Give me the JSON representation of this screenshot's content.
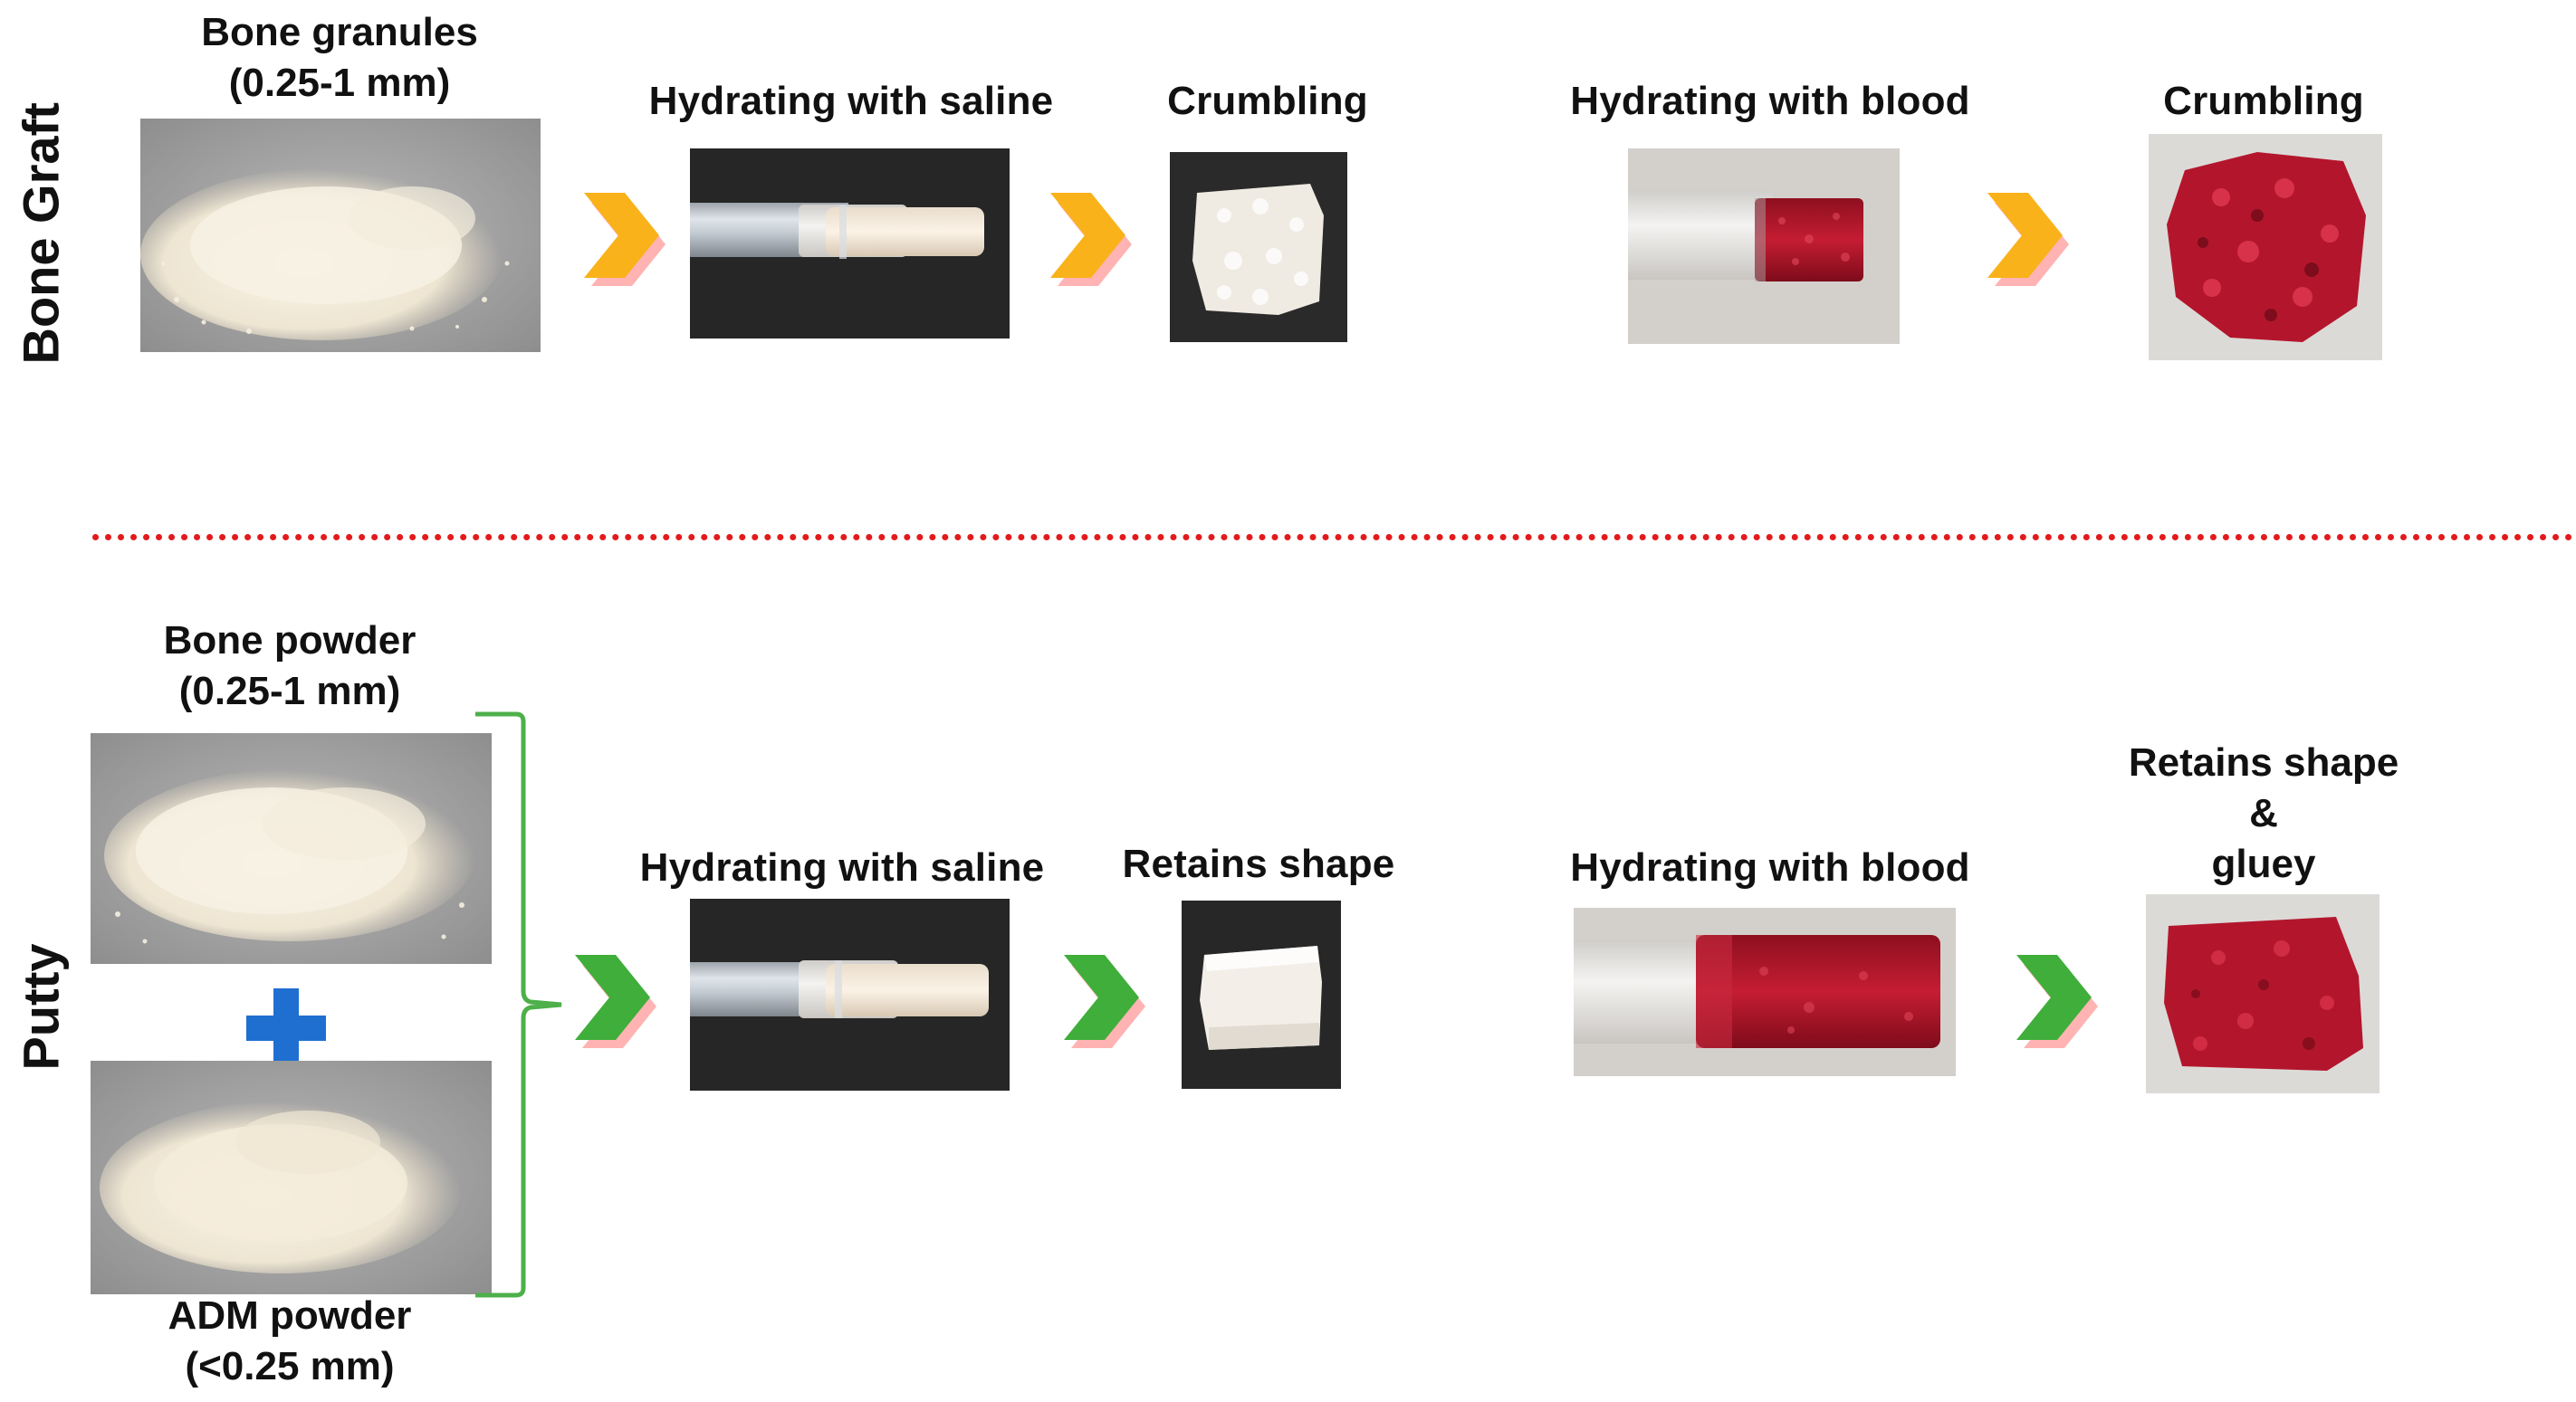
{
  "colors": {
    "arrow_top": "#f9b21a",
    "arrow_bottom": "#3fae3a",
    "arrow_shadow": "#ff7f7f",
    "divider": "#e31a1c",
    "bracket": "#4db04a",
    "plus": "#1f6fd1",
    "blood_red": "#b3162c",
    "granule_white": "#f1ebdc"
  },
  "rows": {
    "top": {
      "side_label": "Bone Graft",
      "input_label_line1": "Bone granules",
      "input_label_line2": "(0.25-1 mm)",
      "saline_label": "Hydrating with saline",
      "saline_result": "Crumbling",
      "blood_label": "Hydrating with blood",
      "blood_result": "Crumbling",
      "arrow_icon": "chevron-right-icon"
    },
    "bottom": {
      "side_label": "Putty",
      "input1_label_line1": "Bone powder",
      "input1_label_line2": "(0.25-1 mm)",
      "input2_label_line1": "ADM powder",
      "input2_label_line2": "(<0.25 mm)",
      "plus_icon": "plus-icon",
      "saline_label": "Hydrating with saline",
      "saline_result": "Retains shape",
      "blood_label": "Hydrating with blood",
      "blood_result_line1": "Retains shape",
      "blood_result_line2": "&",
      "blood_result_line3": "gluey",
      "arrow_icon": "chevron-right-icon"
    }
  }
}
